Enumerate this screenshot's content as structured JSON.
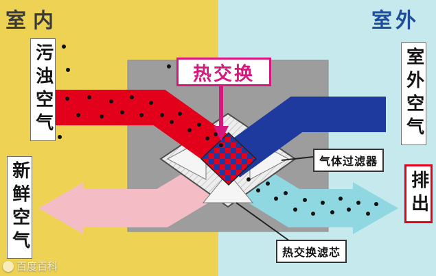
{
  "regions": {
    "indoor": "室内",
    "outdoor": "室外"
  },
  "flows": {
    "dirty_air": "污浊空气",
    "fresh_air": "新鲜空气",
    "outdoor_air": "室外空气",
    "exhaust": "排出"
  },
  "callouts": {
    "heat_exchange": "热交换",
    "gas_filter": "气体过滤器",
    "core_filter": "热交换滤芯"
  },
  "watermark": "百度百科",
  "colors": {
    "indoor_bg": "#EDD253",
    "outdoor_bg": "#C6E9EE",
    "unit_gray": "#9D9D9D",
    "dirty_arrow": "#E3001B",
    "outdoor_arrow": "#1E3A9F",
    "fresh_arrow": "#F4BDC6",
    "exhaust_arrow": "#8FD8E2",
    "callout_magenta": "#D6187E",
    "outdoor_text": "#1F4E9C"
  }
}
